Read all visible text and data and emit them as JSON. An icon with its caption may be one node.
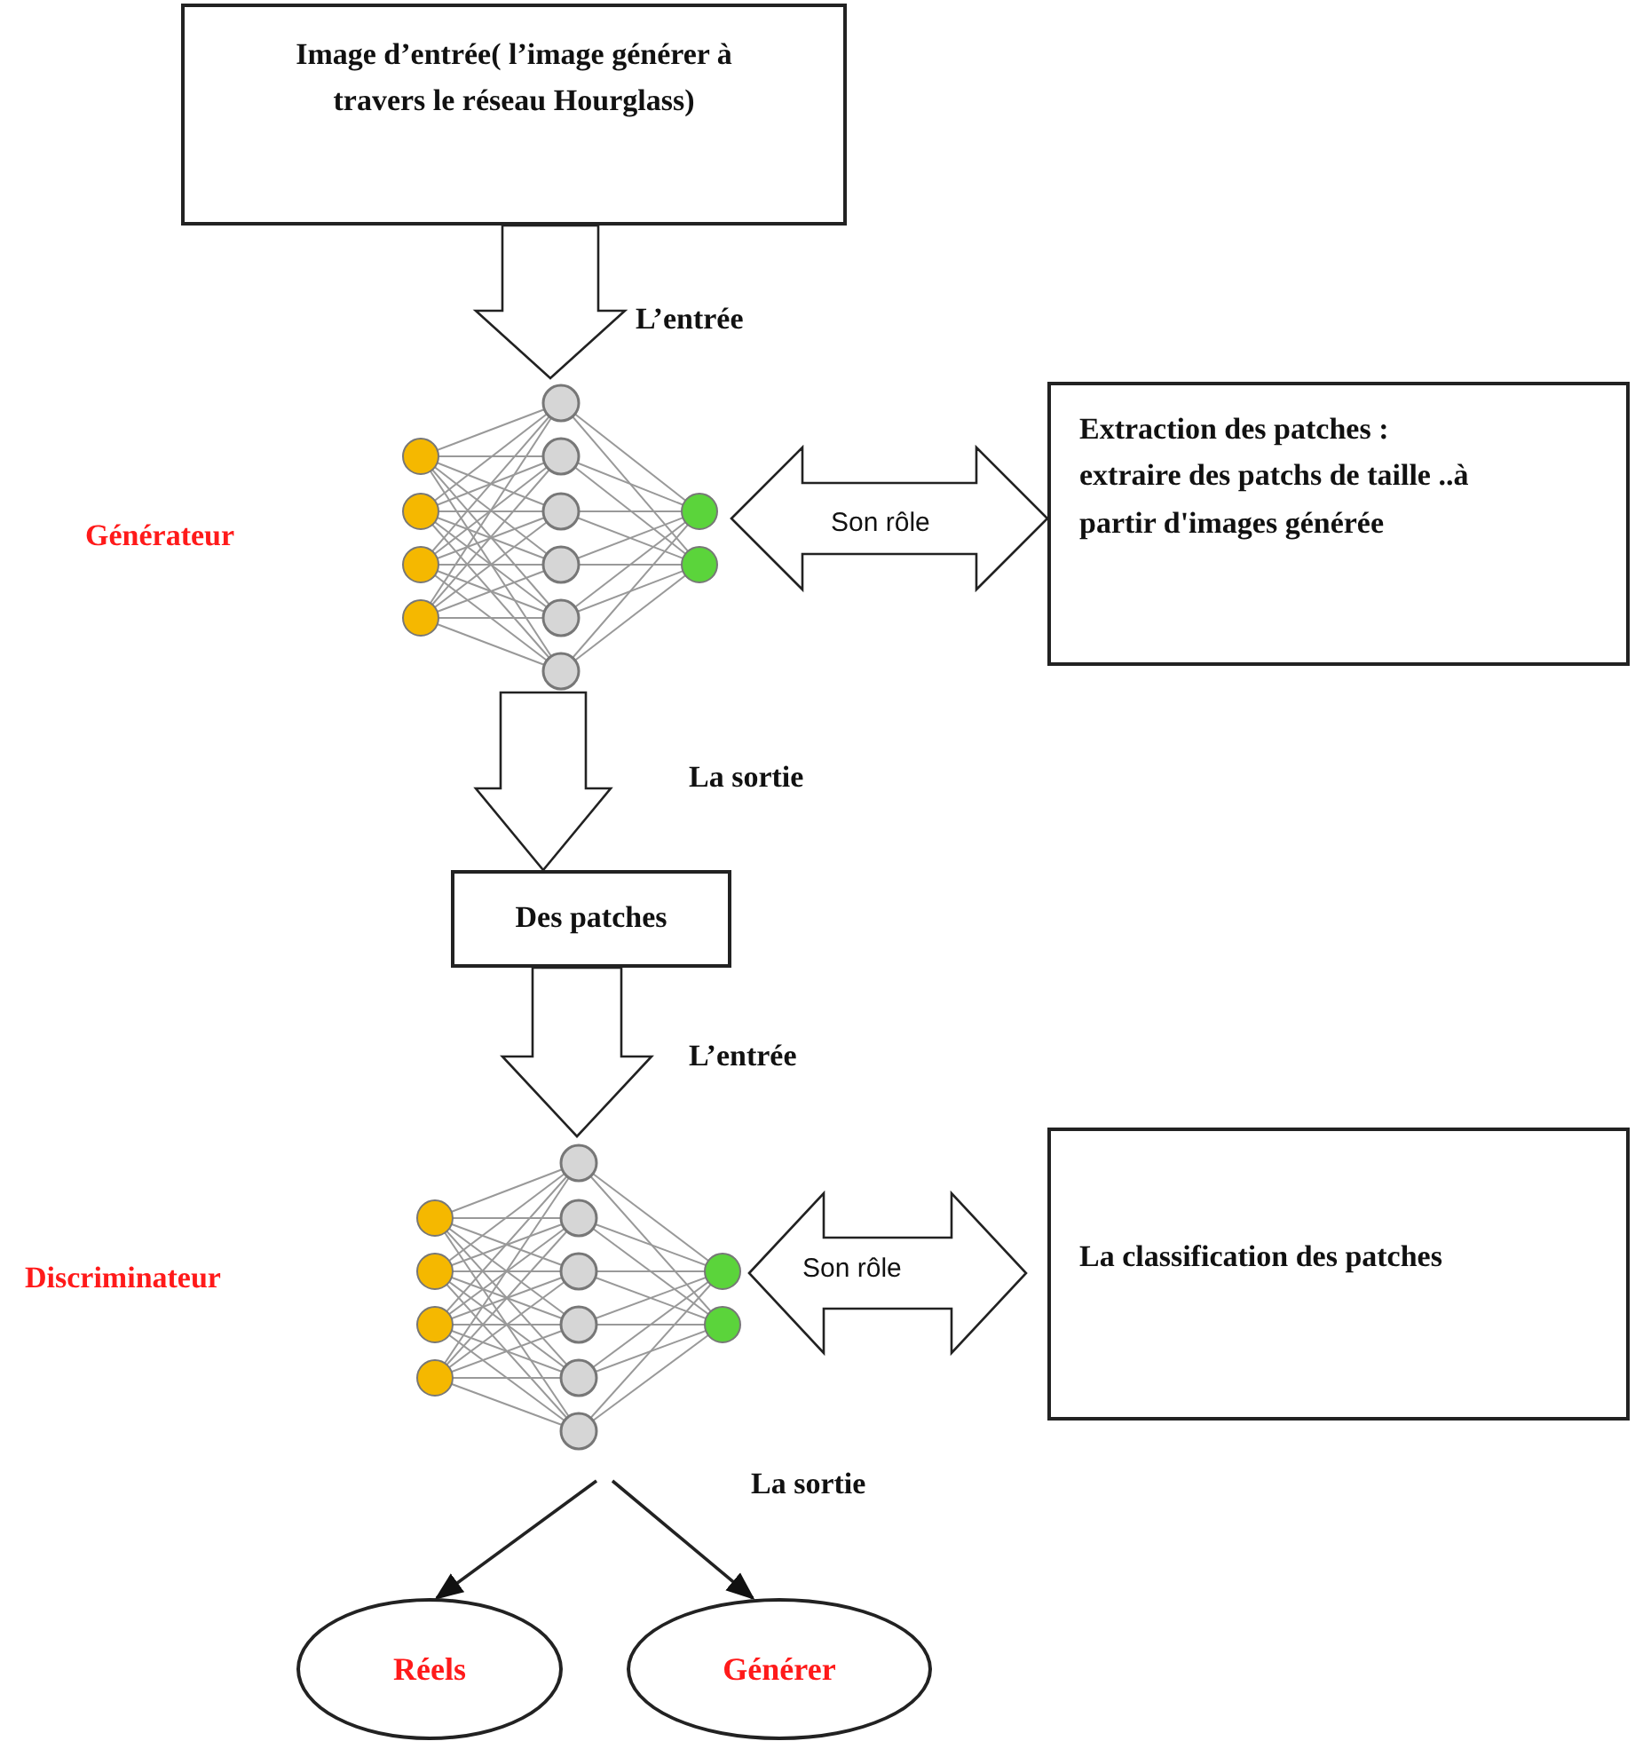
{
  "diagram": {
    "nodes": [
      {
        "text": [
          "Image d’entrée( l’image générer à travers le réseau Hourglass)"
        ]
      },
      {
        "text": [],
        "shape": "picture"
      },
      {
        "text": [
          "Extraction des patches :",
          "extraire des patchs de taille ..à partir d'images générée"
        ]
      },
      {
        "text": [
          "Des patches"
        ]
      },
      {
        "text": [],
        "shape": "picture"
      },
      {
        "text": [
          "La classification des patches"
        ]
      },
      {
        "text": [
          "Réels"
        ]
      },
      {
        "text": [
          "Générer"
        ]
      }
    ],
    "edges": [
      {
        "from": 0,
        "to": 1,
        "arrow": "to",
        "label": "L’entrée",
        "style": "thick"
      },
      {
        "from": 1,
        "to": 2,
        "arrow": "both",
        "label": "Son rôle",
        "style": "thick"
      },
      {
        "from": 1,
        "to": 3,
        "arrow": "to",
        "label": "La sortie",
        "style": "thick"
      },
      {
        "from": 3,
        "to": 4,
        "arrow": "to",
        "label": "L’entrée",
        "style": "thick"
      },
      {
        "from": 4,
        "to": 5,
        "arrow": "both",
        "label": "Son rôle",
        "style": "thick"
      },
      {
        "from": 4,
        "to": 6,
        "arrow": "to"
      },
      {
        "from": 4,
        "to": 7,
        "arrow": "to"
      }
    ],
    "labels": [
      "Générateur",
      "Discriminateur",
      "La sortie"
    ]
  }
}
